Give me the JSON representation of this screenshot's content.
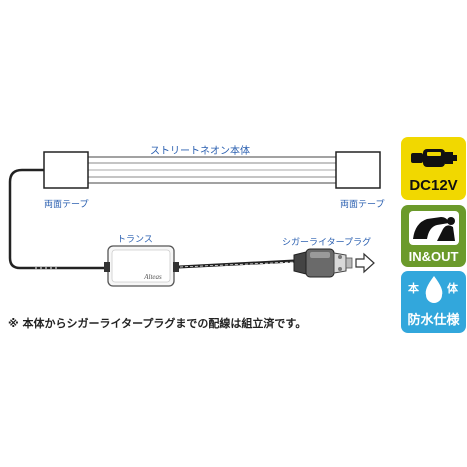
{
  "labels": {
    "neon_body": "ストリートネオン本体",
    "tape_left": "両面テープ",
    "tape_right": "両面テープ",
    "transformer": "トランス",
    "plug": "シガーライタープラグ",
    "brand": "Alteas"
  },
  "note": "※ 本体からシガーライタープラグまでの配線は組立済です。",
  "badges": [
    {
      "caption": "DC12V",
      "icon": "cigarette-plug-icon",
      "bg": "#f1d800",
      "fg": "#111111"
    },
    {
      "caption": "IN&OUT",
      "icon": "car-seat-icon",
      "bg": "#6b9a2b",
      "fg": "#ffffff"
    },
    {
      "top_left": "本",
      "top_right": "体",
      "caption": "防水仕様",
      "icon": "water-drop-icon",
      "bg": "#32a7dc",
      "fg": "#ffffff"
    }
  ],
  "colors": {
    "label": "#2a5fb0",
    "line": "#222222"
  }
}
